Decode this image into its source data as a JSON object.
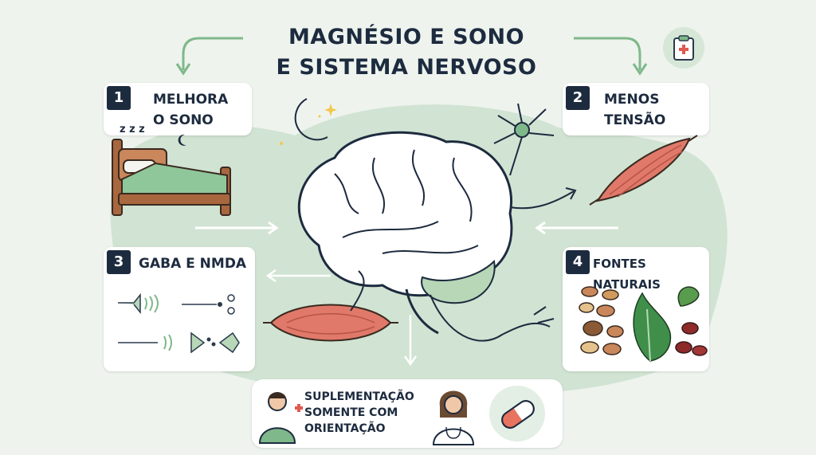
{
  "title": "MAGNÉSIO E SONO\nE SISTEMA NERVOSO",
  "sections": [
    {
      "number": "1",
      "label": "MELHORA\nO SONO"
    },
    {
      "number": "2",
      "label": "MENOS\nTENSÃO"
    },
    {
      "number": "3",
      "label": "GABA E NMDA"
    },
    {
      "number": "4",
      "label": "FONTES NATURAIS"
    }
  ],
  "supplement": {
    "label": "SUPLEMENTAÇÃO\nSOMENTE COM\nORIENTAÇÃO"
  },
  "sleep_marks": "z z z",
  "colors": {
    "navy": "#1d2b3f",
    "sage": "#c9dfcb",
    "muscle": "#e0796a",
    "leaf": "#3f8f4a"
  }
}
